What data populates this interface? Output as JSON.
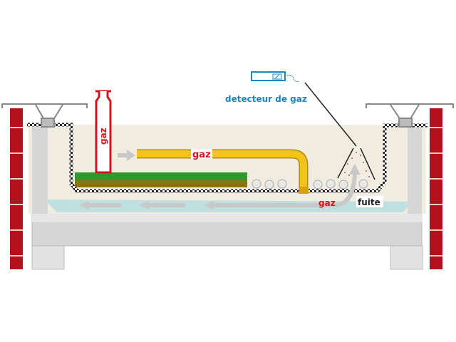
{
  "labels": {
    "cylinder": "gaz",
    "pipe": "gaz",
    "leak_gas": "gaz",
    "leak": "fuite",
    "detector": "detecteur de gaz"
  },
  "colors": {
    "brick": "#b3101c",
    "cylinder": "#d0161c",
    "pipe": "#f2c41a",
    "turf": "#2f9a2a",
    "soil": "#8a7410",
    "detector": "#1a86c8",
    "concrete": "#d8d8d8",
    "insulation": "#f1ece0",
    "waterproofing": "#bfe0e0"
  }
}
